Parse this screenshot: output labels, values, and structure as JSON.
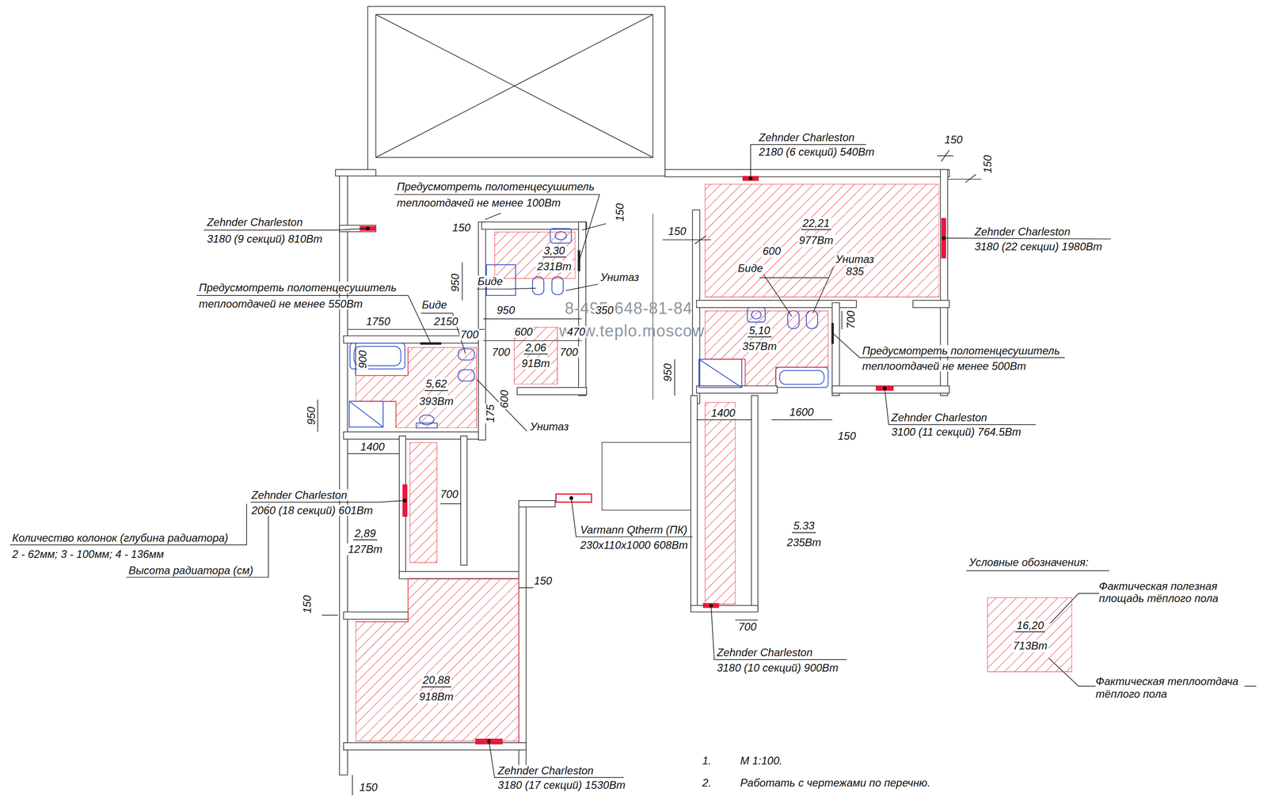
{
  "diagram": {
    "nodes": [
      {
        "text": [
          "22,21",
          "977Вт"
        ]
      },
      {
        "text": [
          "3,30",
          "231Вт"
        ]
      },
      {
        "text": [
          "2,06",
          "91Вт"
        ]
      },
      {
        "text": [
          "5,62",
          "393Вт"
        ]
      },
      {
        "text": [
          "5,10",
          "357Вт"
        ]
      },
      {
        "text": [
          "2,89",
          "127Вт"
        ]
      },
      {
        "text": [
          "5.33",
          "235Вт"
        ]
      },
      {
        "text": [
          "20,88",
          "918Вт"
        ]
      },
      {
        "text": [
          "16,20",
          "713Вт"
        ]
      }
    ],
    "labels": [
      "Zehnder Charleston",
      "2180 (6 секций) 540Вт",
      "Zehnder Charleston",
      "3180 (22 секции) 1980Вт",
      "Zehnder Charleston",
      "3100 (11 секций) 764.5Вт",
      "Zehnder Charleston",
      "3180 (10 секций) 900Вт",
      "Zehnder Charleston",
      "3180 (17 секций) 1530Вт",
      "Zehnder Charleston",
      "2060 (18 секций) 601Вт",
      "Zehnder Charleston",
      "3180 (9 секций) 810Вт",
      "Varmann Qtherm (ПК)",
      "230х110х1000 608Вт",
      "Предусмотреть полотенцесушитель",
      "теплоотдачей не менее 100Вт",
      "Предусмотреть полотенцесушитель",
      "теплоотдачей не менее 550Вт",
      "Предусмотреть полотенцесушитель",
      "теплоотдачей не менее 500Вт",
      "Биде",
      "Унитаз",
      "Биде",
      "Унитаз",
      "Биде",
      "Унитаз",
      "Количество колонок (глубина радиатора)",
      "2 - 62мм; 3 - 100мм; 4 - 136мм",
      "Высота радиатора (см)",
      "8-495-648-81-84",
      "www.teplo.moscow",
      "Условные обозначения:",
      "1.",
      "М 1:100.",
      "2.",
      "Работать с чертежами по перечню.",
      "150",
      "150",
      "150",
      "600",
      "835",
      "700",
      "950",
      "1400",
      "1600",
      "150",
      "700",
      "150",
      "150",
      "950",
      "950",
      "350",
      "600",
      "470",
      "700",
      "700",
      "1750",
      "2150",
      "700",
      "900",
      "950",
      "1400",
      "600",
      "175",
      "700",
      "150",
      "150",
      "150"
    ],
    "legend": [
      {
        "text": "Фактическая полезная площадь тёплого пола"
      },
      {
        "text": "Фактическая теплоотдача тёплого пола"
      }
    ]
  }
}
